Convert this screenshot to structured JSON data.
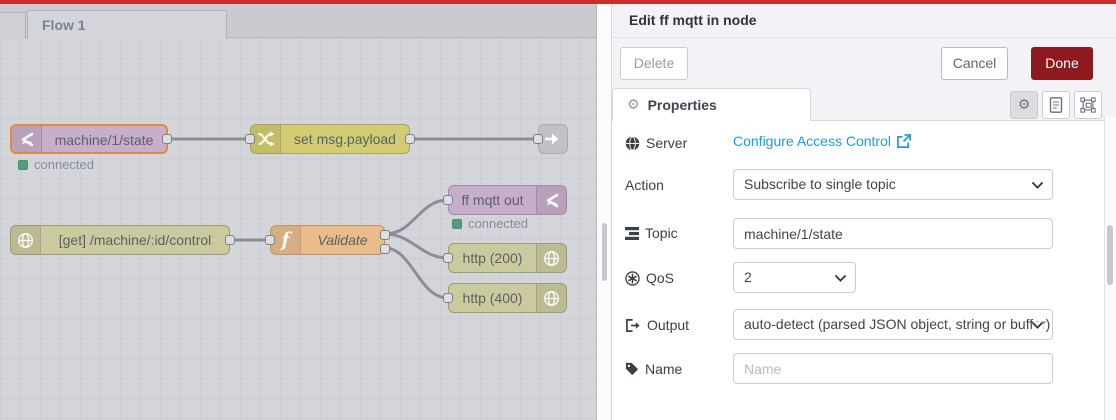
{
  "app": {
    "name": "Node-RED flow editor",
    "colors": {
      "top_bar": "#c7302b",
      "done_button": "#8c1a1f",
      "link_blue": "#1b9cd8",
      "status_green": "#569b7d",
      "selected_node_border": "#e08a3a",
      "mqtt_node": "#c7aecb",
      "change_node": "#d2cc72",
      "http_node": "#cbc99e",
      "function_node": "#e8bc8b",
      "link_node": "#cfd1d5"
    }
  },
  "workspace": {
    "tab_label": "Flow 1",
    "nodes": [
      {
        "id": "mqtt-in",
        "label": "machine/1/state",
        "type": "mqtt in",
        "status": "connected",
        "selected": true,
        "icon": "mqtt-icon"
      },
      {
        "id": "change",
        "label": "set msg.payload",
        "type": "change",
        "icon": "shuffle-icon"
      },
      {
        "id": "link-out",
        "label": "",
        "type": "link out",
        "icon": "link-out-icon"
      },
      {
        "id": "http-in",
        "label": "[get] /machine/:id/control",
        "type": "http in",
        "icon": "globe-icon"
      },
      {
        "id": "function",
        "label": "Validate",
        "type": "function",
        "icon": "function-icon",
        "function_glyph": "f"
      },
      {
        "id": "mqtt-out",
        "label": "ff mqtt out",
        "type": "mqtt out",
        "status": "connected",
        "icon": "mqtt-icon"
      },
      {
        "id": "http-200",
        "label": "http (200)",
        "type": "http response",
        "icon": "globe-icon"
      },
      {
        "id": "http-400",
        "label": "http (400)",
        "type": "http response",
        "icon": "globe-icon"
      }
    ]
  },
  "panel": {
    "title": "Edit ff mqtt in node",
    "buttons": {
      "delete": "Delete",
      "cancel": "Cancel",
      "done": "Done"
    },
    "tab": {
      "label": "Properties",
      "icon": "gear-icon"
    },
    "toolbar_icons": [
      "gear-icon",
      "doc-icon",
      "expand-icon"
    ],
    "gear_glyph": "⚙",
    "fields": {
      "server": {
        "label": "Server",
        "icon": "globe-icon",
        "link_text": "Configure Access Control",
        "link_icon": "external-link-icon"
      },
      "action": {
        "label": "Action",
        "value": "Subscribe to single topic"
      },
      "topic": {
        "label": "Topic",
        "icon": "tasks-icon",
        "value": "machine/1/state"
      },
      "qos": {
        "label": "QoS",
        "icon": "certificate-icon",
        "value": "2"
      },
      "output": {
        "label": "Output",
        "icon": "sign-out-icon",
        "value": "auto-detect (parsed JSON object, string or buffer)"
      },
      "name": {
        "label": "Name",
        "icon": "tag-icon",
        "value": "",
        "placeholder": "Name"
      }
    }
  }
}
